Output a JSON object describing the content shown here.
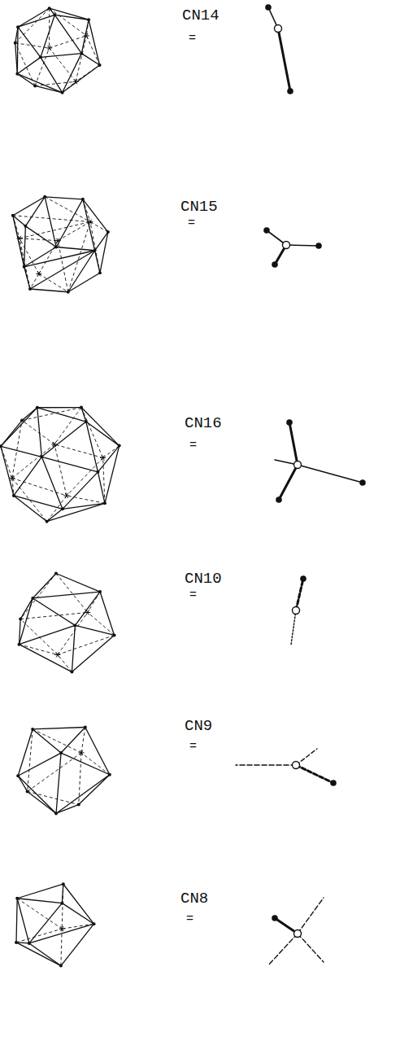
{
  "diagram": {
    "labels": [
      "CN14",
      "=",
      "CN15",
      "=",
      "CN16",
      "=",
      "CN10",
      "=",
      "CN9",
      "=",
      "CN8",
      "="
    ]
  }
}
